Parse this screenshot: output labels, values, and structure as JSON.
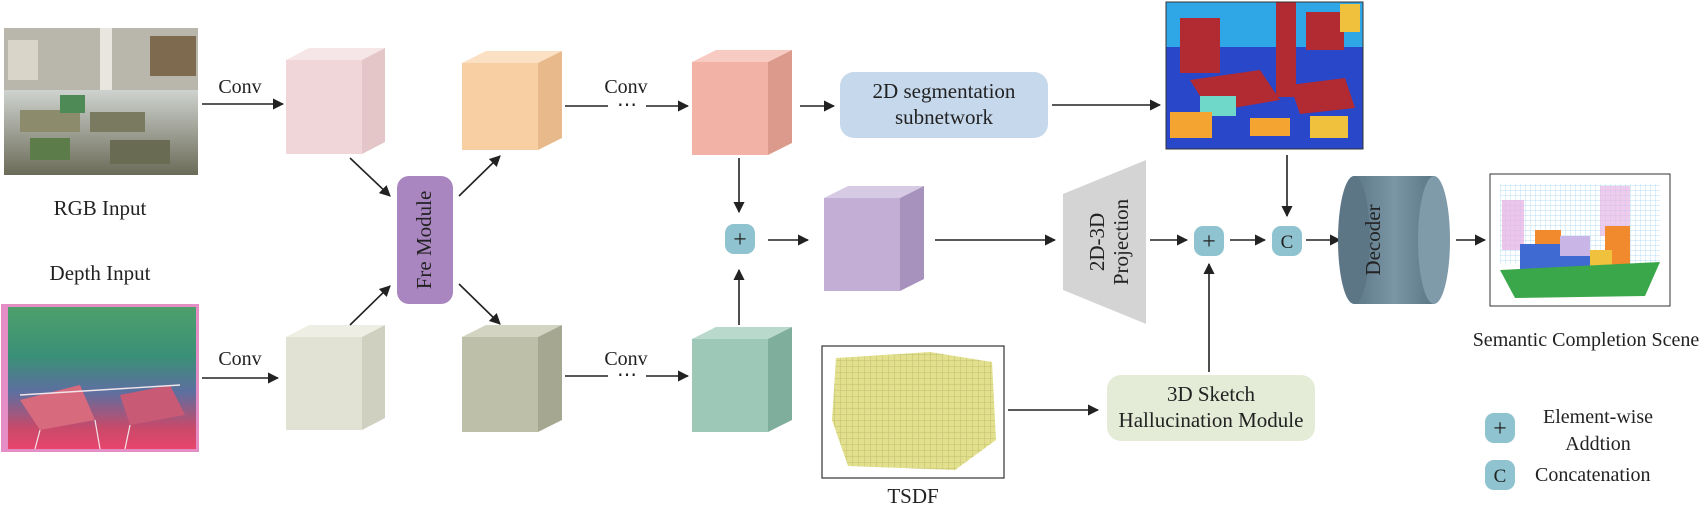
{
  "labels": {
    "rgb_input": "RGB Input",
    "depth_input": "Depth Input",
    "conv_top_left": "Conv",
    "conv_bottom_left": "Conv",
    "conv_top_mid": "Conv",
    "conv_bottom_mid": "Conv",
    "dots_top": "⋯",
    "dots_bottom": "⋯",
    "fre_module": "Fre Module",
    "seg_line1": "2D segmentation",
    "seg_line2": "subnetwork",
    "proj_line1": "2D-3D",
    "proj_line2": "Projection",
    "sketch_line1": "3D Sketch",
    "sketch_line2": "Hallucination Module",
    "tsdf": "TSDF",
    "decoder": "Decoder",
    "scene": "Semantic Completion Scene",
    "plus_symbol": "+",
    "concat_symbol": "C",
    "legend_add_line1": "Element-wise",
    "legend_add_line2": "Addtion",
    "legend_concat": "Concatenation"
  },
  "colors": {
    "rgb_cube_1": "#f0d6d8",
    "rgb_cube_2": "#f8cfa2",
    "rgb_cube_3": "#f2b3a6",
    "depth_cube_1": "#e1e2d3",
    "depth_cube_2": "#bebfa8",
    "depth_cube_3": "#9dc8b8",
    "fused_cube": "#c3afd6",
    "fre_module": "#a986bf",
    "seg_box": "#c6d8ec",
    "sketch_box": "#e4ebd6",
    "projection": "#d4d4d4",
    "op_circle": "#8ec3cf",
    "decoder": "#6f8a99",
    "tsdf_voxel": "#dedc86"
  }
}
